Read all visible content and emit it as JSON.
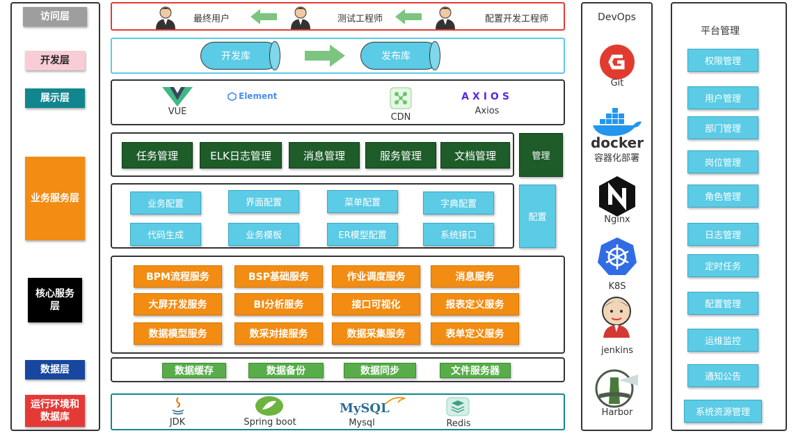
{
  "layers": {
    "access": "访问层",
    "dev": "开发层",
    "display": "展示层",
    "business": "业务服务层",
    "core": "核心服务层",
    "data": "数据层",
    "runtime": "运行环境和数据库"
  },
  "access": {
    "users": [
      "最终用户",
      "测试工程师",
      "配置开发工程师"
    ]
  },
  "dev": {
    "repo_dev": "开发库",
    "repo_release": "发布库"
  },
  "display": {
    "items": [
      "VUE",
      "Element",
      "CDN",
      "Axios"
    ],
    "axios_logo": "AXIOS"
  },
  "business": {
    "mgmt": [
      "任务管理",
      "ELK日志管理",
      "消息管理",
      "服务管理",
      "文档管理"
    ],
    "mgmt_side": "管理",
    "config": [
      "业务配置",
      "界面配置",
      "菜单配置",
      "字典配置",
      "代码生成",
      "业务模板",
      "ER模型配置",
      "系统接口"
    ],
    "config_side": "配置"
  },
  "core": {
    "services": [
      "BPM流程服务",
      "BSP基础服务",
      "作业调度服务",
      "消息服务",
      "大屏开发服务",
      "BI分析服务",
      "接口可视化",
      "报表定义服务",
      "数据模型服务",
      "数采对接服务",
      "数据采集服务",
      "表单定义服务"
    ]
  },
  "data_layer": {
    "items": [
      "数据缓存",
      "数据备份",
      "数据同步",
      "文件服务器"
    ]
  },
  "runtime": {
    "items": [
      "JDK",
      "Spring boot",
      "Mysql",
      "Redis"
    ],
    "mysql_logo": "MySQL"
  },
  "devops": {
    "title": "DevOps",
    "items": [
      "Git",
      "容器化部署",
      "Nginx",
      "K8S",
      "jenkins",
      "Harbor"
    ],
    "docker_logo": "docker"
  },
  "platform": {
    "title": "平台管理",
    "items": [
      "权限管理",
      "用户管理",
      "部门管理",
      "岗位管理",
      "角色管理",
      "日志管理",
      "定时任务",
      "配置管理",
      "运维监控",
      "通知公告",
      "系统资源管理"
    ]
  },
  "colors": {
    "orange": "#f28c12",
    "dark_green": "#1e5c2a",
    "light_blue": "#5bcbe6",
    "green": "#58ad4a",
    "navy": "#17479e",
    "red": "#e53935",
    "black": "#000000"
  }
}
